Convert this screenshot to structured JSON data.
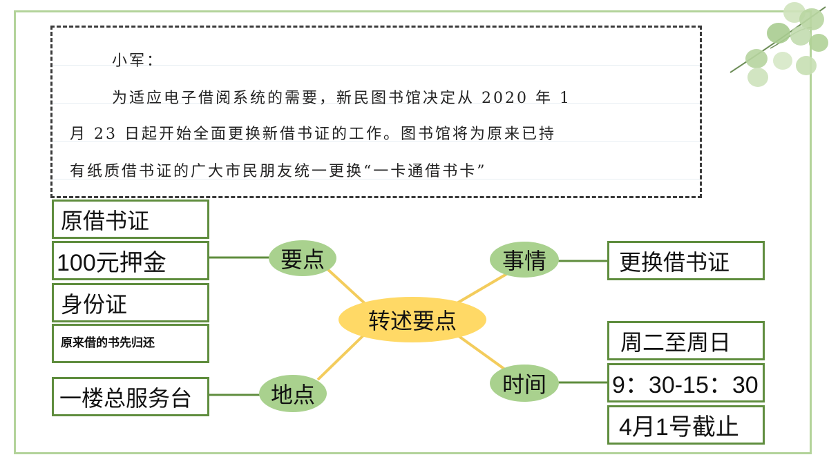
{
  "excerpt": {
    "lines": [
      "小军：",
      "为适应电子借阅系统的需要，新民图书馆决定从 2020 年 1",
      "月 23 日起开始全面更换新借书证的工作。图书馆将为原来已持",
      "有纸质借书证的广大市民朋友统一更换“一卡通借书卡”"
    ]
  },
  "mindmap": {
    "center": "转述要点",
    "branches": {
      "points": {
        "label": "要点",
        "items": [
          "原借书证",
          "100元押金",
          "身份证",
          "原来借的书先归还"
        ]
      },
      "matter": {
        "label": "事情",
        "items": [
          "更换借书证"
        ]
      },
      "place": {
        "label": "地点",
        "items": [
          "一楼总服务台"
        ]
      },
      "time": {
        "label": "时间",
        "items": [
          "周二至周日",
          "9：30-15：30",
          "4月1号截止"
        ]
      }
    }
  },
  "colors": {
    "frame": "#b3d39a",
    "box_border": "#5f8d3e",
    "branch_node": "#a9d18e",
    "center_node": "#ffd966",
    "spoke": "#f3cc5c"
  },
  "decoration": "eucalyptus-leaves-icon"
}
